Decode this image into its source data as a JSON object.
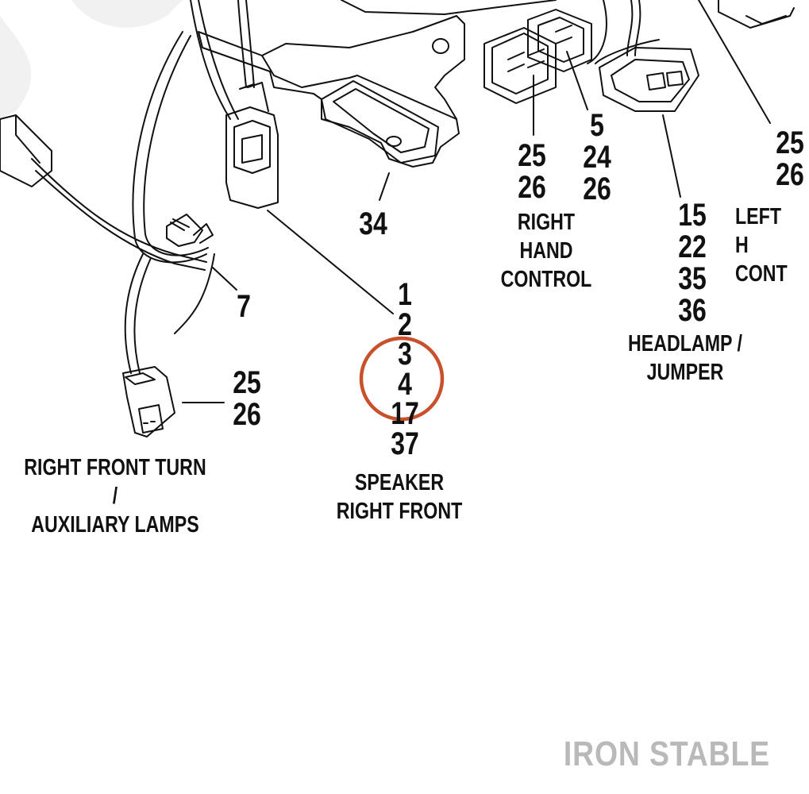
{
  "callouts": {
    "c34": "34",
    "c7": "7",
    "rhc_a": "25\n26",
    "rhc_b": "5\n24\n26",
    "headlamp": "15\n22\n35\n36",
    "left_ctrl": "25\n26",
    "turn": "25\n26",
    "speaker": "1\n2\n3\n4\n17\n37"
  },
  "labels": {
    "right_hand_control": "RIGHT HAND\nCONTROL",
    "headlamp_jumper": "HEADLAMP /\nJUMPER",
    "left_control": "LEFT H\nCONT",
    "right_front_turn": "RIGHT FRONT TURN /\nAUXILIARY LAMPS",
    "speaker_right_front": "SPEAKER\nRIGHT FRONT"
  },
  "watermark": "IRON STABLE",
  "colors": {
    "line": "#111111",
    "highlight": "#c8502a",
    "watermark": "#b9b9b9",
    "watermark_shape": "#f1f1f1"
  }
}
